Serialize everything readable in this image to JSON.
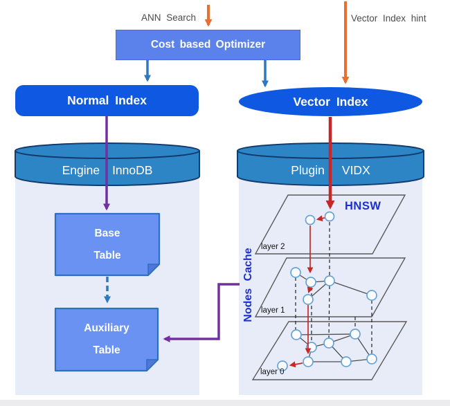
{
  "diagram": {
    "annotations": {
      "ann_search": "ANN Search",
      "vector_index_hint": "Vector Index hint"
    },
    "optimizer": {
      "label": "Cost based Optimizer"
    },
    "normal_index": {
      "label": "Normal Index"
    },
    "vector_index": {
      "label": "Vector Index"
    },
    "engine_cylinder": {
      "word1": "Engine",
      "word2": "InnoDB"
    },
    "plugin_cylinder": {
      "word1": "Plugin",
      "word2": "VIDX"
    },
    "base_table": {
      "line1": "Base",
      "line2": "Table"
    },
    "auxiliary_table": {
      "line1": "Auxiliary",
      "line2": "Table"
    },
    "hnsw_label": "HNSW",
    "nodes_cache_label": "Nodes Cache",
    "layers": [
      {
        "label": "layer 2"
      },
      {
        "label": "layer 1"
      },
      {
        "label": "layer 0"
      }
    ],
    "colors": {
      "optimizer_fill": "#5b82ea",
      "index_fill": "#0f59e2",
      "cylinder_fill": "#2d85c5",
      "cylinder_border": "#123a6d",
      "container_fill": "#e8ecf8",
      "table_fill": "#6a92f2",
      "table_border": "#2f6fc1",
      "arrow_orange": "#e96f31",
      "arrow_blue": "#2e78bd",
      "arrow_purple": "#7030a0",
      "arrow_red": "#c62828",
      "node_stroke": "#66a3d8",
      "label_blue": "#1d2fd0",
      "edge_gray": "#4d4d4d"
    }
  }
}
